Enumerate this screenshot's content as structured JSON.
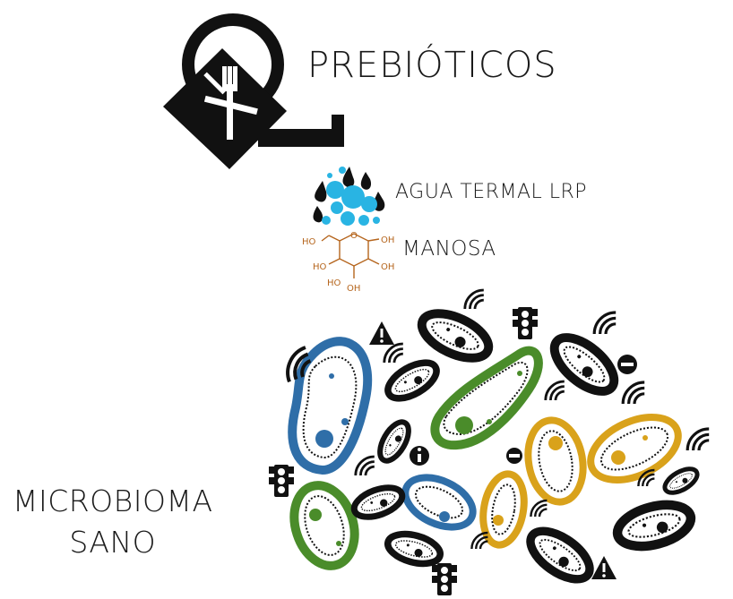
{
  "title": "PREBIÓTICOS",
  "ingredients": {
    "water": "AGUA TERMAL LRP",
    "sugar": "MANOSA"
  },
  "microbiome": {
    "line1": "MICROBIOMA",
    "line2": "SANO"
  },
  "molecule": {
    "groups": [
      "HO",
      "HO",
      "HO",
      "OH",
      "OH",
      "OH",
      "O"
    ]
  },
  "colors": {
    "ink": "#111111",
    "water": "#29b4e3",
    "molecule": "#b5651d",
    "blue": "#2f6ea8",
    "green": "#4a8c2a",
    "yellow": "#d9a21b"
  },
  "icons": [
    "watering-can-icon",
    "fork-knife-icon",
    "water-drops-icon",
    "warning-icon",
    "traffic-light-icon",
    "wifi-signal-icon",
    "info-icon",
    "minus-icon"
  ]
}
